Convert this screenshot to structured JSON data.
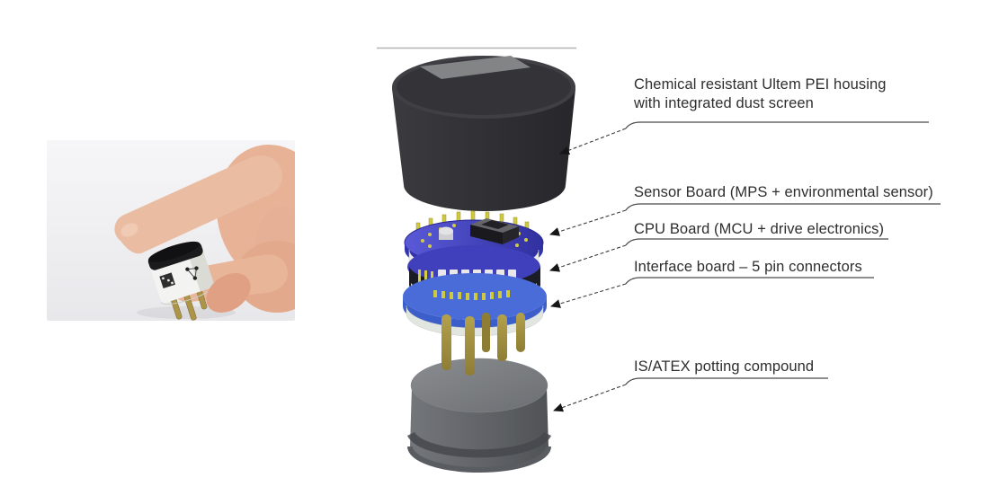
{
  "figure": {
    "labels": {
      "housing_line1": "Chemical resistant Ultem PEI housing",
      "housing_line2": "with integrated dust screen",
      "sensor_board": "Sensor Board (MPS + environmental sensor)",
      "cpu_board": "CPU Board (MCU + drive electronics)",
      "interface_board": "Interface board – 5 pin connectors",
      "potting": "IS/ATEX potting compound"
    },
    "images": {
      "photo": "hand-holding-sensor-photo",
      "diagram": "exploded-view-sensor-diagram"
    },
    "colors": {
      "housing_dark": "#303034",
      "dust_screen_gray": "#828486",
      "pcb_blue": "#4040bc",
      "interface_blue": "#3b5ecb",
      "spacer_white": "#e9ebe7",
      "pin_gold": "#b3a14b",
      "potting_gray": "#64676a",
      "label_text": "#2e2e2e",
      "leader_line": "#3c3c3c"
    }
  }
}
